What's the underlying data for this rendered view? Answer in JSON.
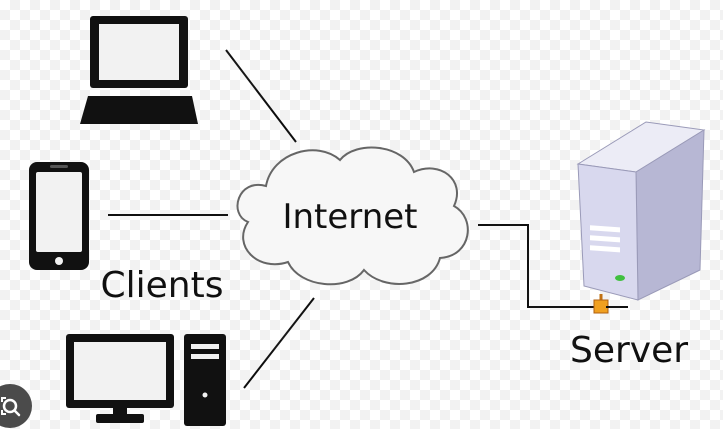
{
  "labels": {
    "internet": "Internet",
    "clients": "Clients",
    "server": "Server"
  },
  "colors": {
    "line": "#111111",
    "device": "#111111",
    "screen": "#f2f2f2",
    "cloud_fill": "#f7f7f7",
    "cloud_stroke": "#666666",
    "server_body": "#dcdcf0",
    "server_front": "#c9c9e3",
    "server_led": "#40c040",
    "port": "#f0a020"
  },
  "icons": {
    "laptop": "laptop-icon",
    "phone": "smartphone-icon",
    "desktop": "desktop-computer-icon",
    "cloud": "cloud-icon",
    "server": "server-tower-icon",
    "lens": "image-search-icon"
  }
}
